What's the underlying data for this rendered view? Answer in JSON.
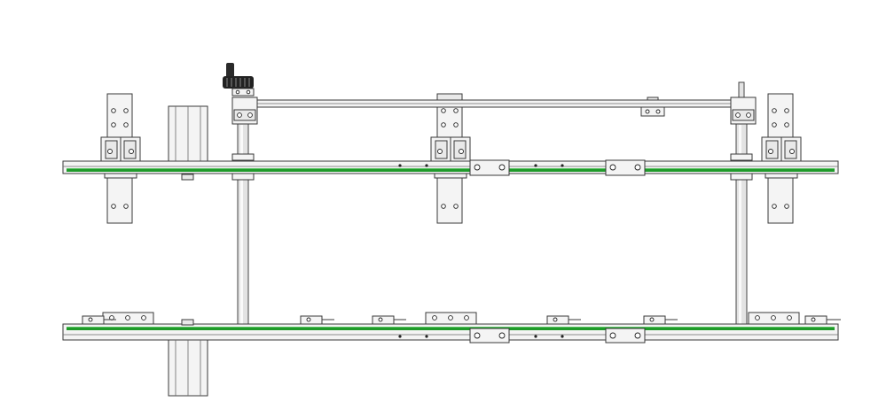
{
  "drawing": {
    "view": "front",
    "colors": {
      "background": "#ffffff",
      "line": "#3a3a3a",
      "conveyor_belt": "#1f9a2a",
      "metal": "#f4f4f4",
      "knob": "#222222"
    },
    "components": {
      "top_rail": "top-conveyor-rail",
      "bottom_rail": "bottom-conveyor-rail",
      "crossbar": "adjustment-crossbar",
      "knob": "adjustment-knob-icon",
      "shafts": 2,
      "brackets_per_rail": 3,
      "clamps_bottom": 11
    }
  }
}
